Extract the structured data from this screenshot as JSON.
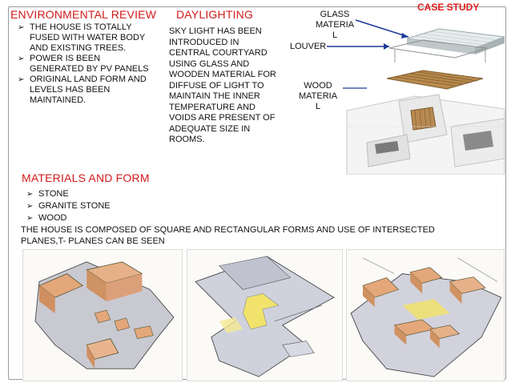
{
  "case_study": "CASE STUDY",
  "environmental": {
    "heading": "ENVIRONMENTAL REVIEW",
    "items": [
      "THE HOUSE IS TOTALLY FUSED WITH WATER BODY AND EXISTING TREES.",
      "POWER IS BEEN GENERATED BY PV PANELS",
      "ORIGINAL LAND FORM AND LEVELS HAS BEEN MAINTAINED."
    ]
  },
  "daylighting": {
    "heading": "DAYLIGHTING",
    "text": "SKY LIGHT HAS BEEN INTRODUCED IN CENTRAL COURTYARD USING GLASS AND WOODEN MATERIAL FOR DIFFUSE OF LIGHT TO MAINTAIN THE INNER TEMPERATURE AND VOIDS ARE PRESENT OF ADEQUATE SIZE IN ROOMS."
  },
  "diagram_labels": {
    "glass": "GLASS\nMATERIA\nL",
    "louver": "LOUVER",
    "wood": "WOOD\nMATERIA\nL"
  },
  "materials": {
    "heading": "MATERIALS AND FORM",
    "items": [
      "STONE",
      "GRANITE STONE",
      "WOOD"
    ],
    "note": "THE HOUSE IS COMPOSED OF SQUARE AND RECTANGULAR FORMS AND USE OF INTERSECTED PLANES,T- PLANES CAN BE SEEN"
  },
  "colors": {
    "heading": "#d11a1a",
    "arrow": "#1a3a9a",
    "wood": "#e3a77a",
    "stone": "#a9a9b4",
    "light": "#f1e36b"
  }
}
